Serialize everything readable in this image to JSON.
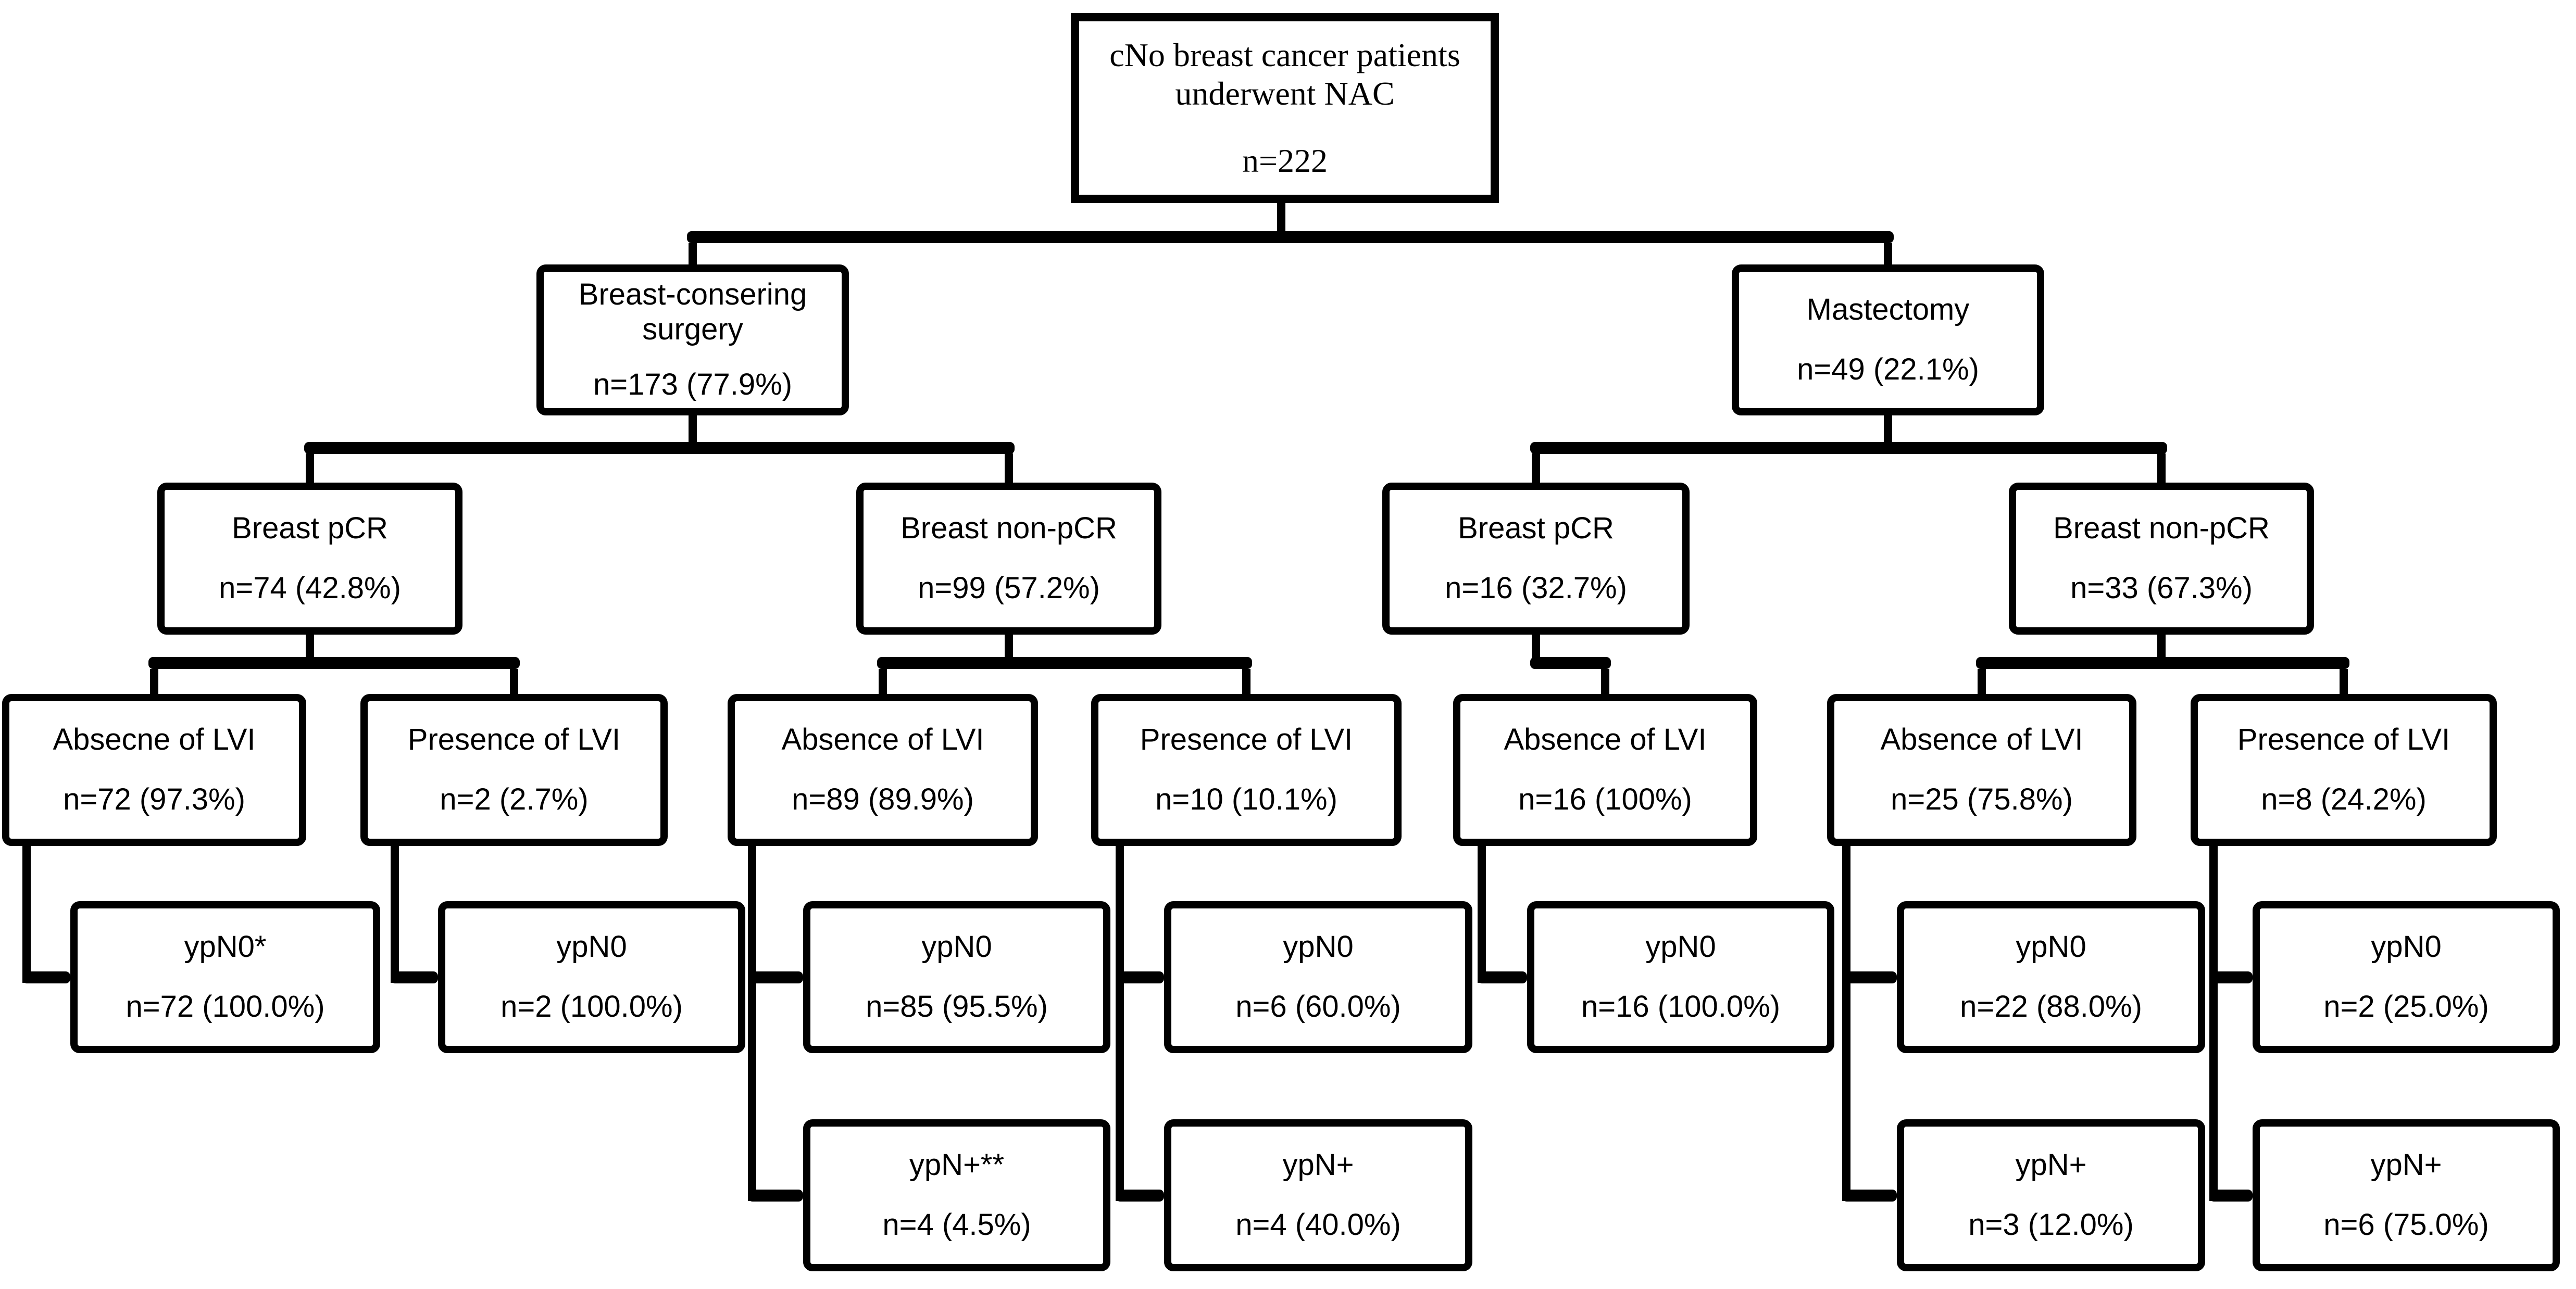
{
  "diagram": {
    "type": "flowchart",
    "colors": {
      "line": "#000000",
      "background": "#ffffff",
      "text": "#000000"
    },
    "nodes": {
      "root": {
        "label_line1": "cNo breast cancer patients",
        "label_line2": "underwent NAC",
        "value": "n=222"
      },
      "bcs": {
        "label_line1": "Breast-consering",
        "label_line2": "surgery",
        "value": "n=173 (77.9%)"
      },
      "mastectomy": {
        "label": "Mastectomy",
        "value": "n=49 (22.1%)"
      },
      "bcs_pcr": {
        "label": "Breast pCR",
        "value": "n=74 (42.8%)"
      },
      "bcs_nonpcr": {
        "label": "Breast non-pCR",
        "value": "n=99 (57.2%)"
      },
      "mast_pcr": {
        "label": "Breast pCR",
        "value": "n=16 (32.7%)"
      },
      "mast_nonpcr": {
        "label": "Breast non-pCR",
        "value": "n=33 (67.3%)"
      },
      "lvi_abs_bcs_pcr": {
        "label": "Absecne of LVI",
        "value": "n=72 (97.3%)"
      },
      "lvi_pres_bcs_pcr": {
        "label": "Presence of LVI",
        "value": "n=2 (2.7%)"
      },
      "lvi_abs_bcs_nonpcr": {
        "label": "Absence of LVI",
        "value": "n=89 (89.9%)"
      },
      "lvi_pres_bcs_nonpcr": {
        "label": "Presence of LVI",
        "value": "n=10 (10.1%)"
      },
      "lvi_abs_mast_pcr": {
        "label": "Absence of LVI",
        "value": "n=16 (100%)"
      },
      "lvi_abs_mast_nonpcr": {
        "label": "Absence of LVI",
        "value": "n=25 (75.8%)"
      },
      "lvi_pres_mast_nonpcr": {
        "label": "Presence of LVI",
        "value": "n=8 (24.2%)"
      },
      "ypn0_1": {
        "label": "ypN0*",
        "value": "n=72 (100.0%)"
      },
      "ypn0_2": {
        "label": "ypN0",
        "value": "n=2 (100.0%)"
      },
      "ypn0_3": {
        "label": "ypN0",
        "value": "n=85 (95.5%)"
      },
      "ypn0_4": {
        "label": "ypN0",
        "value": "n=6 (60.0%)"
      },
      "ypn0_5": {
        "label": "ypN0",
        "value": "n=16 (100.0%)"
      },
      "ypn0_6": {
        "label": "ypN0",
        "value": "n=22 (88.0%)"
      },
      "ypn0_7": {
        "label": "ypN0",
        "value": "n=2 (25.0%)"
      },
      "ypnplus_1": {
        "label": "ypN+**",
        "value": "n=4 (4.5%)"
      },
      "ypnplus_2": {
        "label": "ypN+",
        "value": "n=4 (40.0%)"
      },
      "ypnplus_3": {
        "label": "ypN+",
        "value": "n=3 (12.0%)"
      },
      "ypnplus_4": {
        "label": "ypN+",
        "value": "n=6 (75.0%)"
      }
    }
  }
}
